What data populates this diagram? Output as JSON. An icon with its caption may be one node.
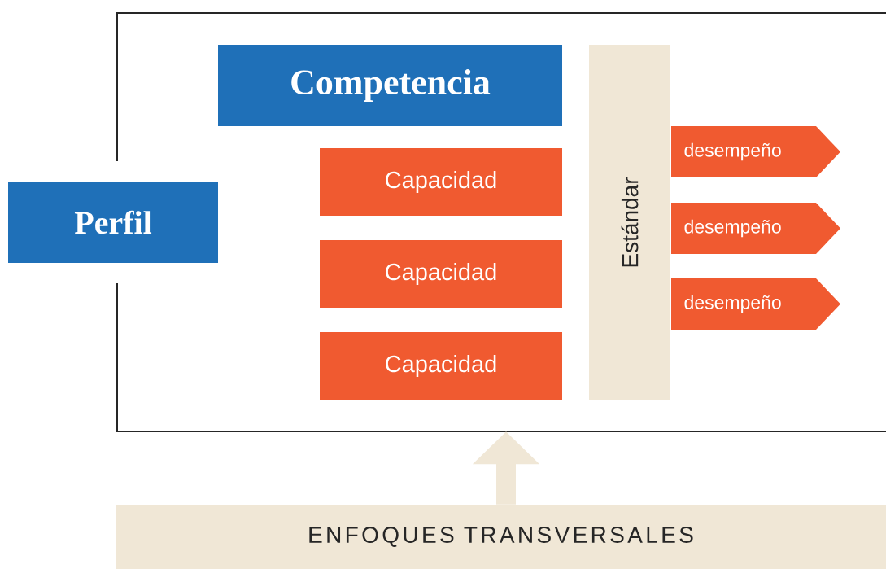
{
  "diagram": {
    "nodes": [
      {
        "text": [],
        "shape": "box"
      },
      {
        "text": [
          "Competencia"
        ],
        "in": 0
      },
      {
        "text": [
          "Capacidad"
        ],
        "in": 0
      },
      {
        "text": [
          "Capacidad"
        ],
        "in": 0
      },
      {
        "text": [
          "Capacidad"
        ],
        "in": 0
      },
      {
        "text": [
          "Estándar"
        ],
        "in": 0
      },
      {
        "text": [
          "desempeño"
        ],
        "in": 0
      },
      {
        "text": [
          "desempeño"
        ],
        "in": 0
      },
      {
        "text": [
          "desempeño"
        ],
        "in": 0
      },
      {
        "text": [
          "Perfil"
        ]
      },
      {
        "text": [
          "ENFOQUES TRANSVERSALES"
        ]
      }
    ],
    "edges": [
      {
        "from": 10,
        "to": 0,
        "arrow": "to"
      }
    ]
  }
}
